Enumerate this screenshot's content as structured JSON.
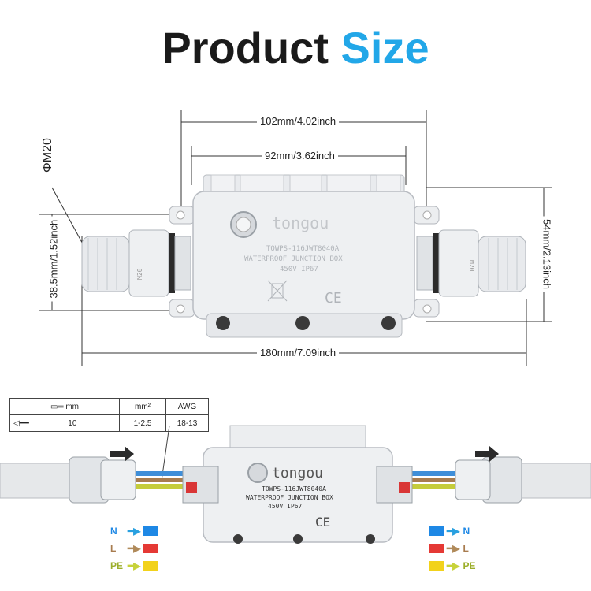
{
  "title": {
    "word1": "Product",
    "word2": "Size"
  },
  "dimensions": {
    "total_width_outer": "102mm/4.02inch",
    "total_width_inner": "92mm/3.62inch",
    "overall_length": "180mm/7.09inch",
    "height": "54mm/2.13inch",
    "gland_diameter": "38.5mm/1.52inch",
    "thread": "ΦM20"
  },
  "product": {
    "brand": "tongou",
    "model": "TOWPS-116JWT8040A",
    "name": "WATERPROOF JUNCTION BOX",
    "rating": "450V  IP67",
    "ce": "CE",
    "gland_label": "M20"
  },
  "spec_table": {
    "headers": [
      "mm",
      "mm²",
      "AWG"
    ],
    "row": [
      "10",
      "1-2.5",
      "18-13"
    ]
  },
  "legend": {
    "left": [
      {
        "label": "N",
        "color": "#1e88e5"
      },
      {
        "label": "L",
        "color": "#e53935"
      },
      {
        "label": "PE",
        "color": "#f2d21b"
      }
    ],
    "right": [
      {
        "label": "N",
        "color": "#1e88e5"
      },
      {
        "label": "L",
        "color": "#e53935"
      },
      {
        "label": "PE",
        "color": "#f2d21b"
      }
    ]
  },
  "colors": {
    "accent": "#22a7e8",
    "arrow_n": "#29a0e0",
    "arrow_l": "#b08a5a",
    "arrow_pe": "#c7d23a"
  }
}
